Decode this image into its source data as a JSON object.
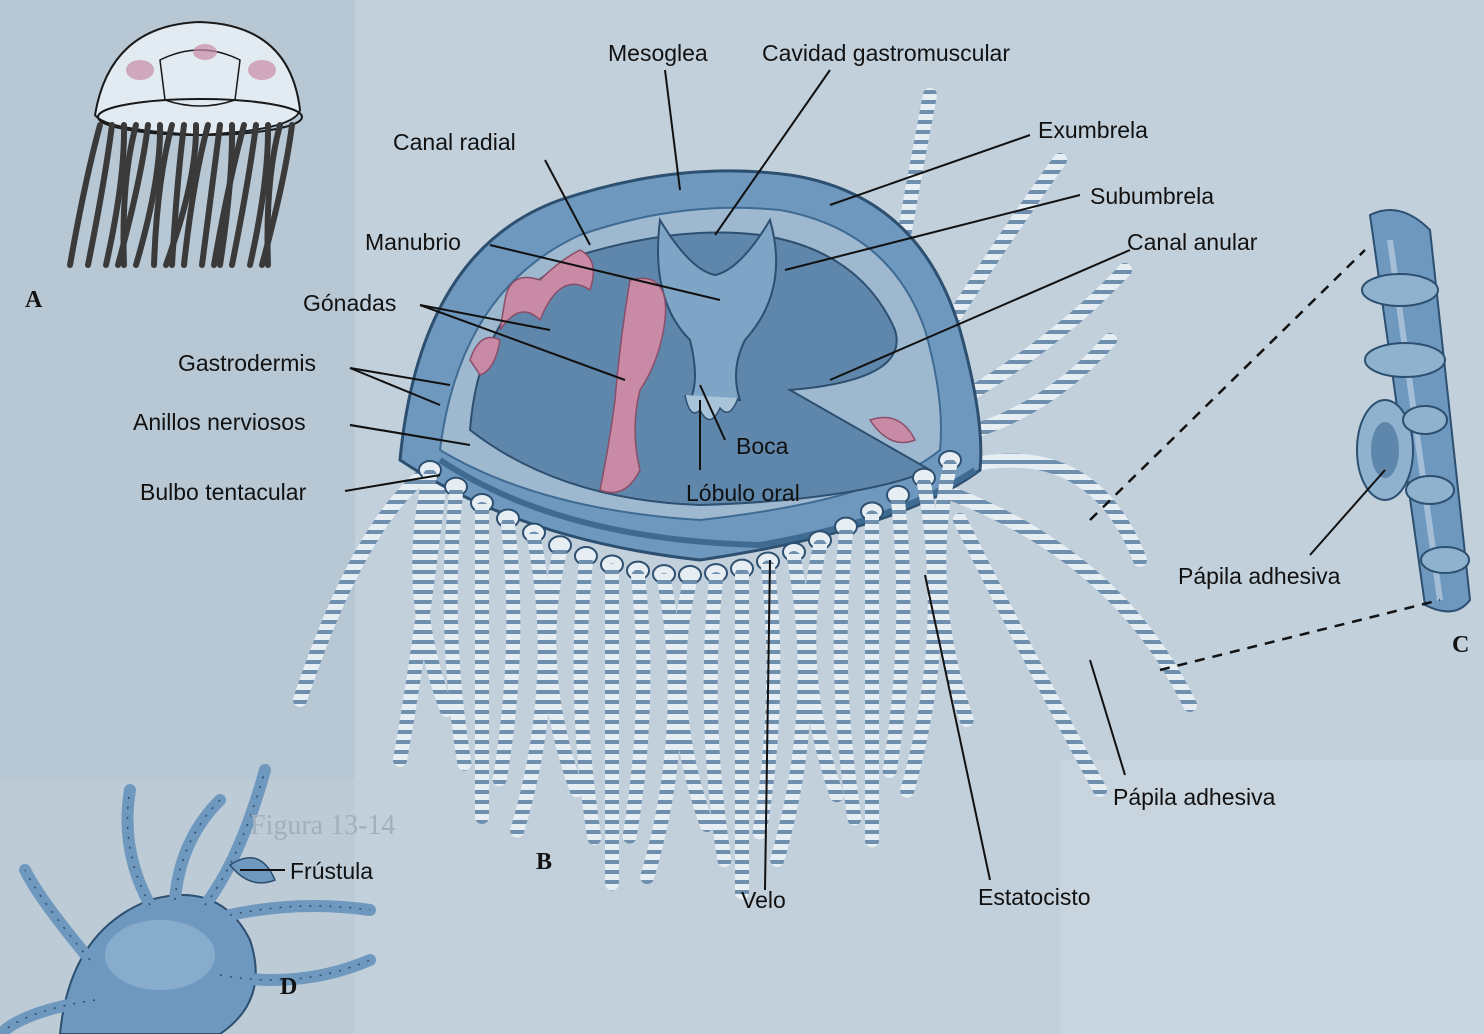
{
  "figure": {
    "panels": {
      "a": "A",
      "b": "B",
      "c": "C",
      "d": "D"
    },
    "labels": {
      "mesoglea": "Mesoglea",
      "cavidad_gastromuscular": "Cavidad gastromuscular",
      "canal_radial": "Canal radial",
      "exumbrela": "Exumbrela",
      "subumbrela": "Subumbrela",
      "manubrio": "Manubrio",
      "canal_anular": "Canal anular",
      "gonadas": "Gónadas",
      "gastrodermis": "Gastrodermis",
      "anillos_nerviosos": "Anillos nerviosos",
      "boca": "Boca",
      "bulbo_tentacular": "Bulbo tentacular",
      "lobulo_oral": "Lóbulo oral",
      "papila_adhesiva_c": "Pápila adhesiva",
      "papila_adhesiva_b": "Pápila adhesiva",
      "frustula": "Frústula",
      "velo": "Velo",
      "estatocisto": "Estatocisto"
    },
    "background_text": {
      "figure_caption": "Figura 13-14"
    }
  },
  "colors": {
    "bell_blue": "#6f98bf",
    "bell_dark": "#3f6b93",
    "cavity_blue": "#9db8cf",
    "gonad_pink": "#c98aa6",
    "line": "#111111",
    "page_bg": "#bccbd6"
  }
}
